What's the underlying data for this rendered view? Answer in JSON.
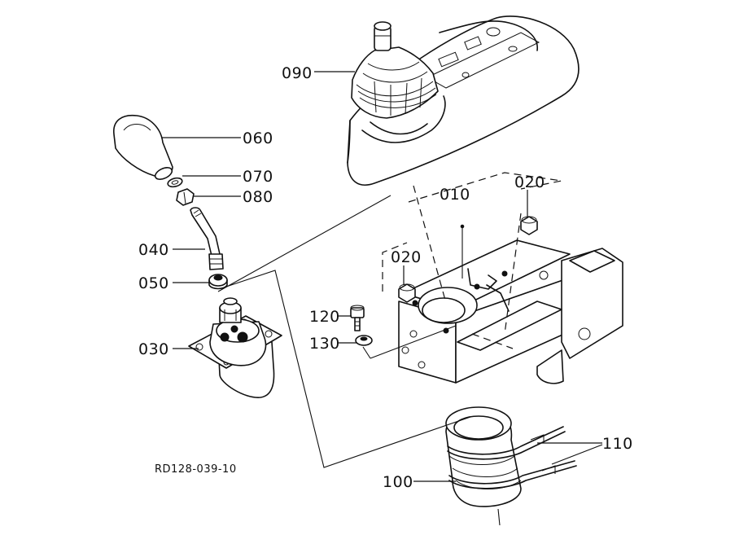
{
  "parts": [
    {
      "id": "p090",
      "number": "090"
    },
    {
      "id": "p060",
      "number": "060"
    },
    {
      "id": "p070",
      "number": "070"
    },
    {
      "id": "p080",
      "number": "080"
    },
    {
      "id": "p040",
      "number": "040"
    },
    {
      "id": "p050",
      "number": "050"
    },
    {
      "id": "p030",
      "number": "030"
    },
    {
      "id": "p010",
      "number": "010"
    },
    {
      "id": "p020a",
      "number": "020"
    },
    {
      "id": "p020b",
      "number": "020"
    },
    {
      "id": "p120",
      "number": "120"
    },
    {
      "id": "p130",
      "number": "130"
    },
    {
      "id": "p110",
      "number": "110"
    },
    {
      "id": "p100",
      "number": "100"
    }
  ],
  "reference_code": "RD128-039-10"
}
